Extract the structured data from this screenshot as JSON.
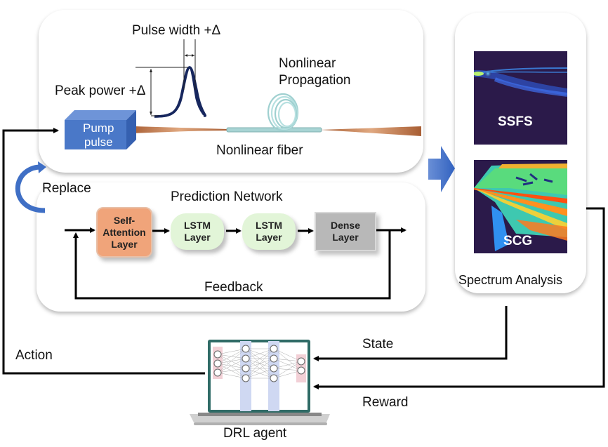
{
  "title": "DRL-based nonlinear pulse propagation control loop",
  "top_panel": {
    "pulse_width_label": "Pulse width +Δ",
    "peak_power_label": "Peak power +Δ",
    "pump_label_line1": "Pump",
    "pump_label_line2": "pulse",
    "propagation_line1": "Nonlinear",
    "propagation_line2": "Propagation",
    "fiber_label": "Nonlinear fiber"
  },
  "replace_label": "Replace",
  "prediction_network": {
    "title": "Prediction Network",
    "blocks": [
      {
        "line1": "Self-",
        "line2": "Attention",
        "line3": "Layer"
      },
      {
        "line1": "LSTM",
        "line2": "Layer"
      },
      {
        "line1": "LSTM",
        "line2": "Layer"
      },
      {
        "line1": "Dense",
        "line2": "Layer"
      }
    ],
    "feedback_label": "Feedback"
  },
  "spectrum": {
    "ssfs_label": "SSFS",
    "scg_label": "SCG",
    "caption": "Spectrum Analysis"
  },
  "loop": {
    "action_label": "Action",
    "state_label": "State",
    "reward_label": "Reward",
    "agent_label": "DRL agent"
  },
  "colors": {
    "pump_blue": "#4a78c8",
    "fiber_copper": "#c07848",
    "coil_teal": "#9fd0d0",
    "pulse_navy": "#17275e",
    "self_attention": "#f0a47a",
    "lstm": "#e2f5d8",
    "dense": "#b8b8b8",
    "arrow_blue": "#3f6fc5"
  }
}
